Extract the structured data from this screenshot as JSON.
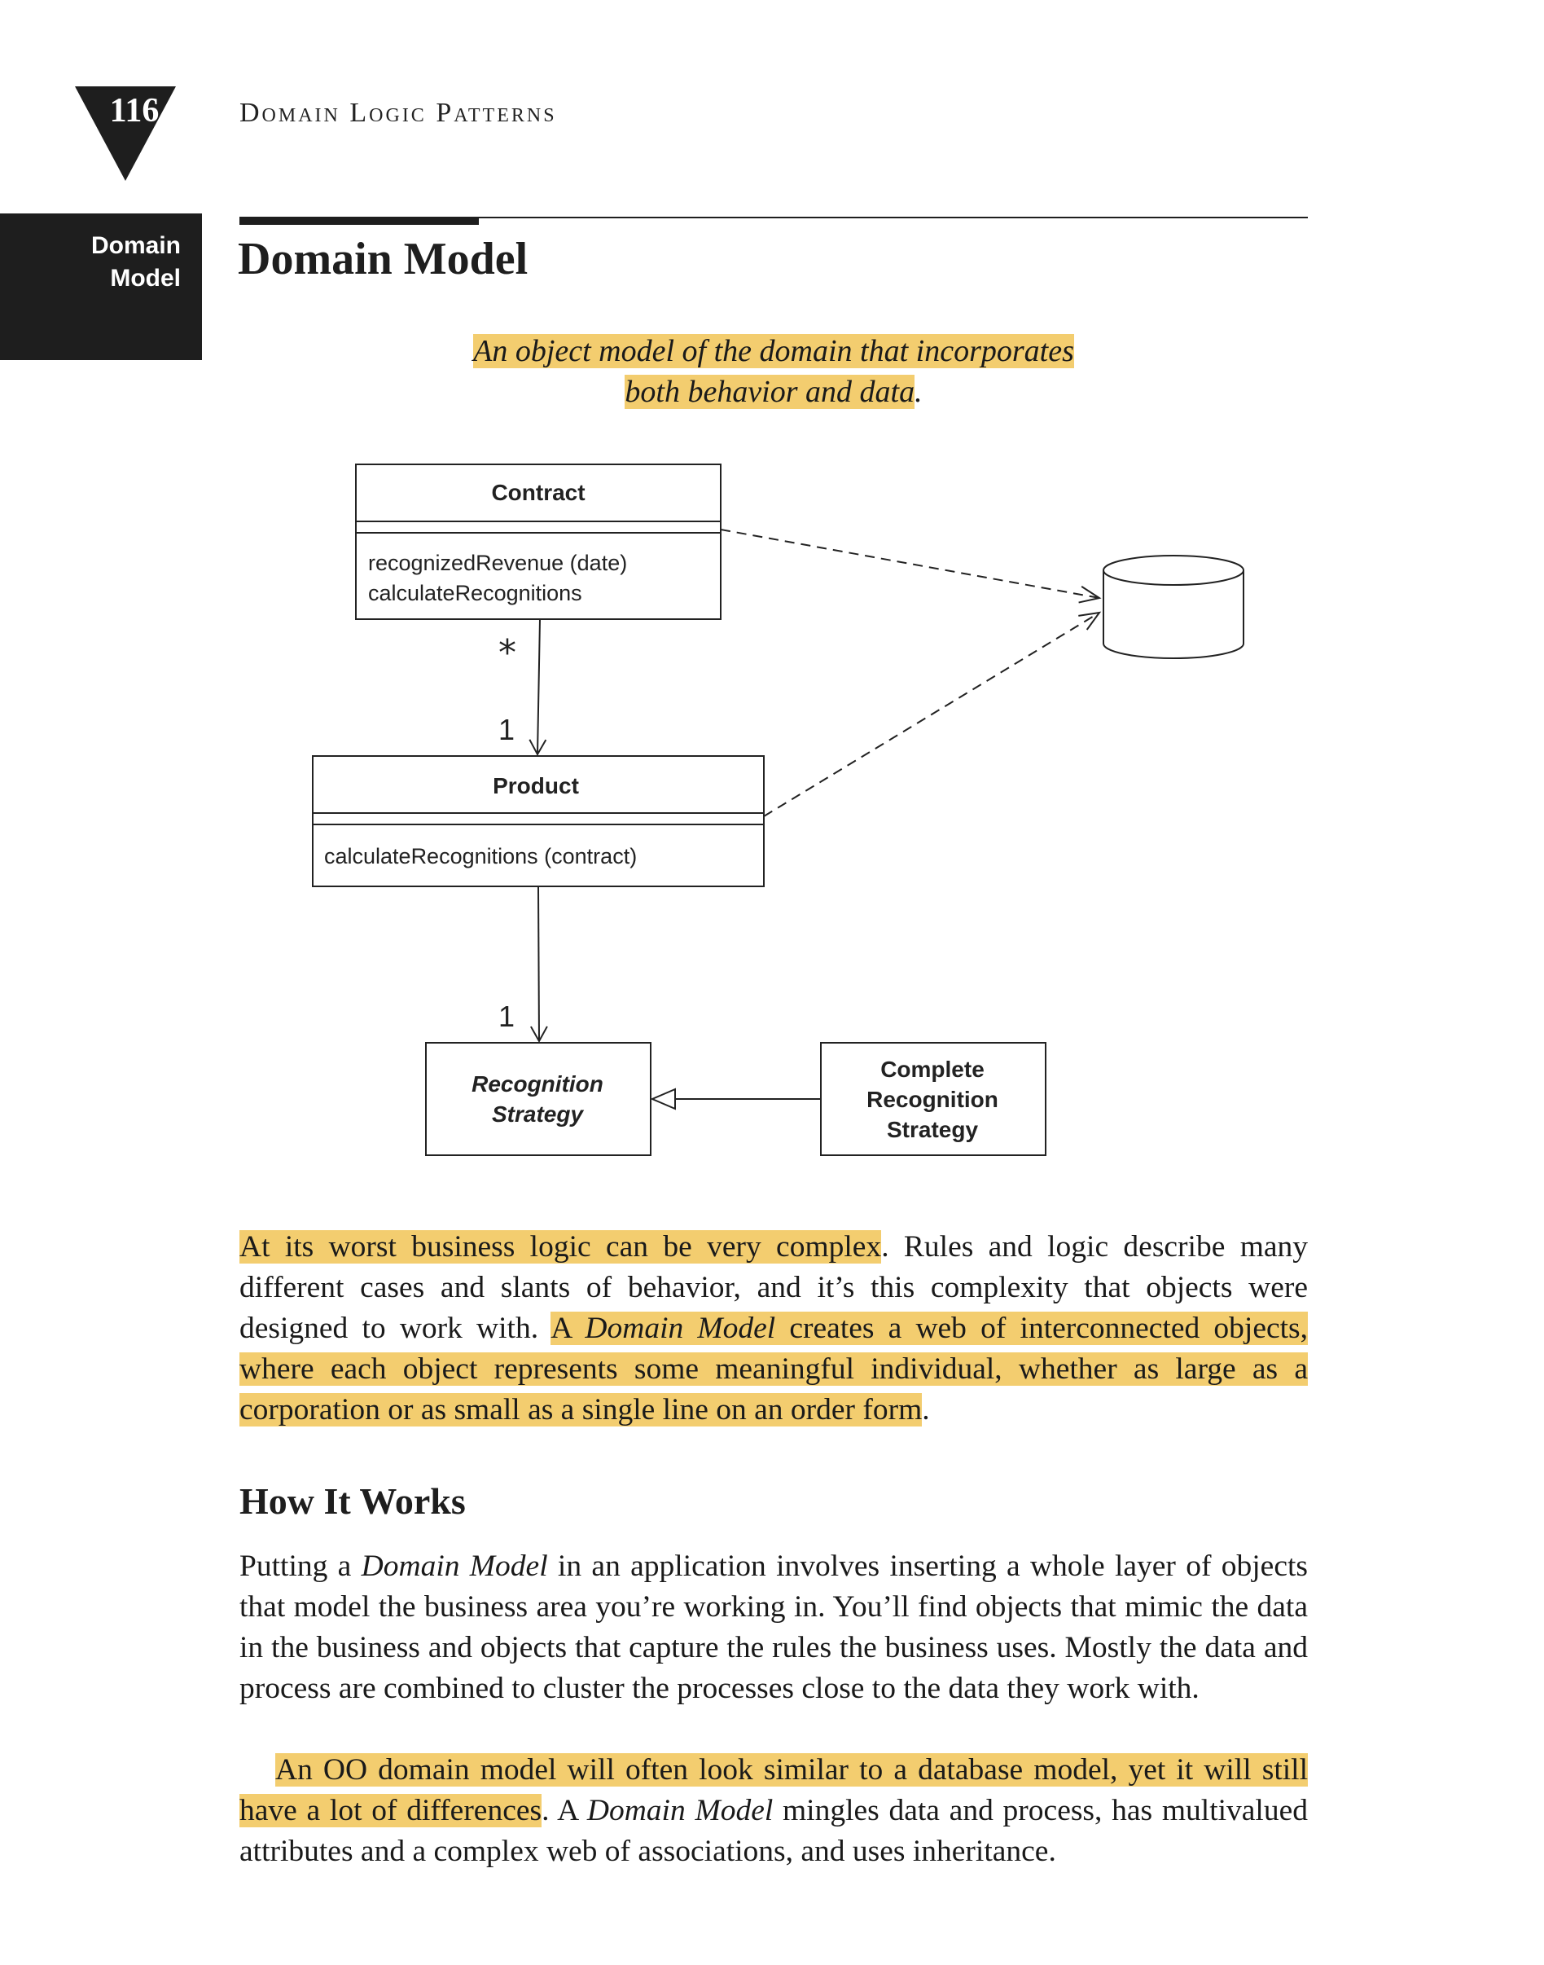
{
  "page": {
    "number": "116",
    "running_head": "Domain Logic Patterns",
    "side_tab": [
      "Domain",
      "Model"
    ]
  },
  "section": {
    "title": "Domain Model",
    "intent_line1": "An object model of the domain that incorporates",
    "intent_line2": "both behavior and data",
    "intent_end": "."
  },
  "diagram": {
    "contract": {
      "name": "Contract",
      "methods": [
        "recognizedRevenue (date)",
        "calculateRecognitions"
      ]
    },
    "product": {
      "name": "Product",
      "methods": [
        "calculateRecognitions (contract)"
      ]
    },
    "recognition_strategy": {
      "name_lines": [
        "Recognition",
        "Strategy"
      ]
    },
    "complete_recognition_strategy": {
      "name_lines": [
        "Complete",
        "Recognition",
        "Strategy"
      ]
    },
    "multiplicity_many": "*",
    "multiplicity_one_a": "1",
    "multiplicity_one_b": "1"
  },
  "body": {
    "p1_hl1": "At its worst business logic can be very complex",
    "p1_t1": ". Rules and logic describe many different cases and slants of behavior, and it’s this complexity that objects were designed to work with. ",
    "p1_hl2a": "A ",
    "p1_hl2_em": "Domain Model",
    "p1_hl2b": " creates a web of interconnected objects, where each object represents some meaningful individual, whether as large as a corporation or as small as a single line on an order form",
    "p1_t2": ".",
    "heading": "How It Works",
    "p2_a": "Putting a ",
    "p2_em": "Domain Model",
    "p2_b": " in an application involves inserting a whole layer of objects that model the business area you’re working in. You’ll find objects that mimic the data in the business and objects that capture the rules the business uses. Mostly the data and process are combined to cluster the processes close to the data they work with.",
    "p3_hl": "An OO domain model will often look similar to a database model, yet it will still have a lot of differences",
    "p3_a": ". A ",
    "p3_em": "Domain Model",
    "p3_b": " mingles data and process, has multivalued attributes and a complex web of associations, and uses inheritance."
  }
}
